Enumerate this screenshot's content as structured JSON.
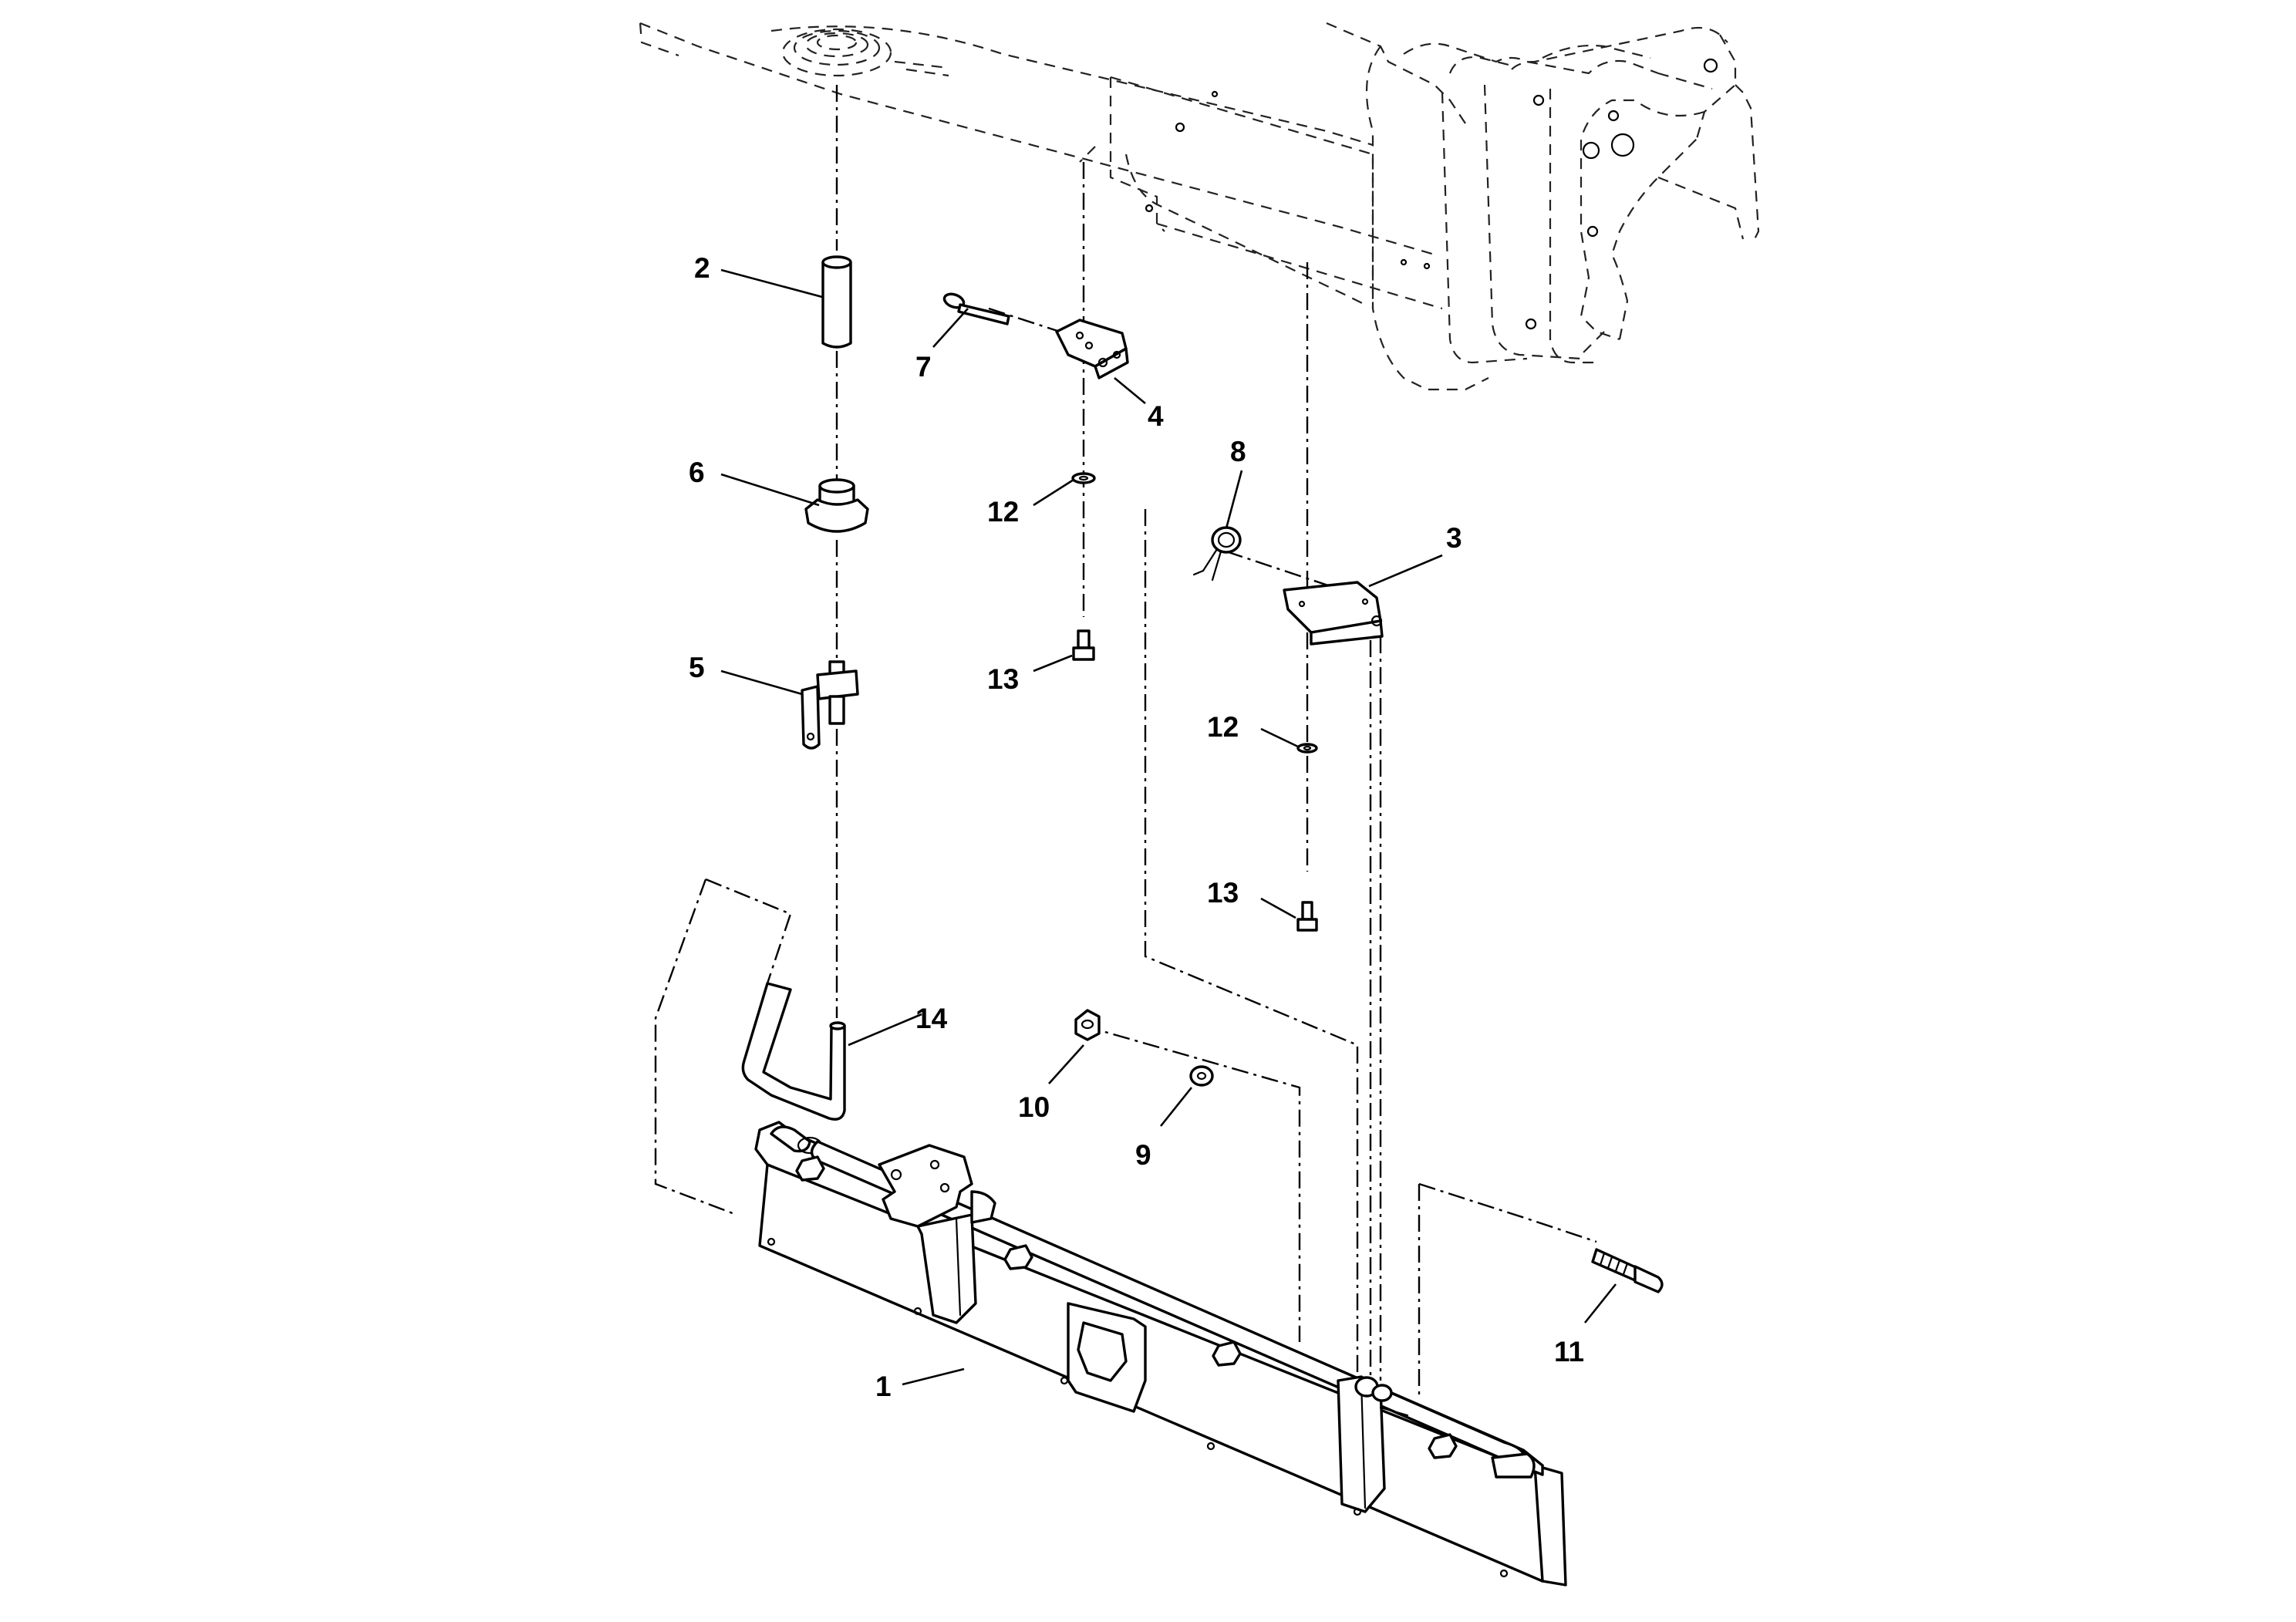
{
  "diagram": {
    "callouts": [
      {
        "id": "callout-1",
        "label": "1"
      },
      {
        "id": "callout-2",
        "label": "2"
      },
      {
        "id": "callout-3",
        "label": "3"
      },
      {
        "id": "callout-4",
        "label": "4"
      },
      {
        "id": "callout-5",
        "label": "5"
      },
      {
        "id": "callout-6",
        "label": "6"
      },
      {
        "id": "callout-7",
        "label": "7"
      },
      {
        "id": "callout-8",
        "label": "8"
      },
      {
        "id": "callout-9",
        "label": "9"
      },
      {
        "id": "callout-10",
        "label": "10"
      },
      {
        "id": "callout-11",
        "label": "11"
      },
      {
        "id": "callout-12a",
        "label": "12"
      },
      {
        "id": "callout-12b",
        "label": "12"
      },
      {
        "id": "callout-13a",
        "label": "13"
      },
      {
        "id": "callout-13b",
        "label": "13"
      },
      {
        "id": "callout-14",
        "label": "14"
      }
    ]
  }
}
